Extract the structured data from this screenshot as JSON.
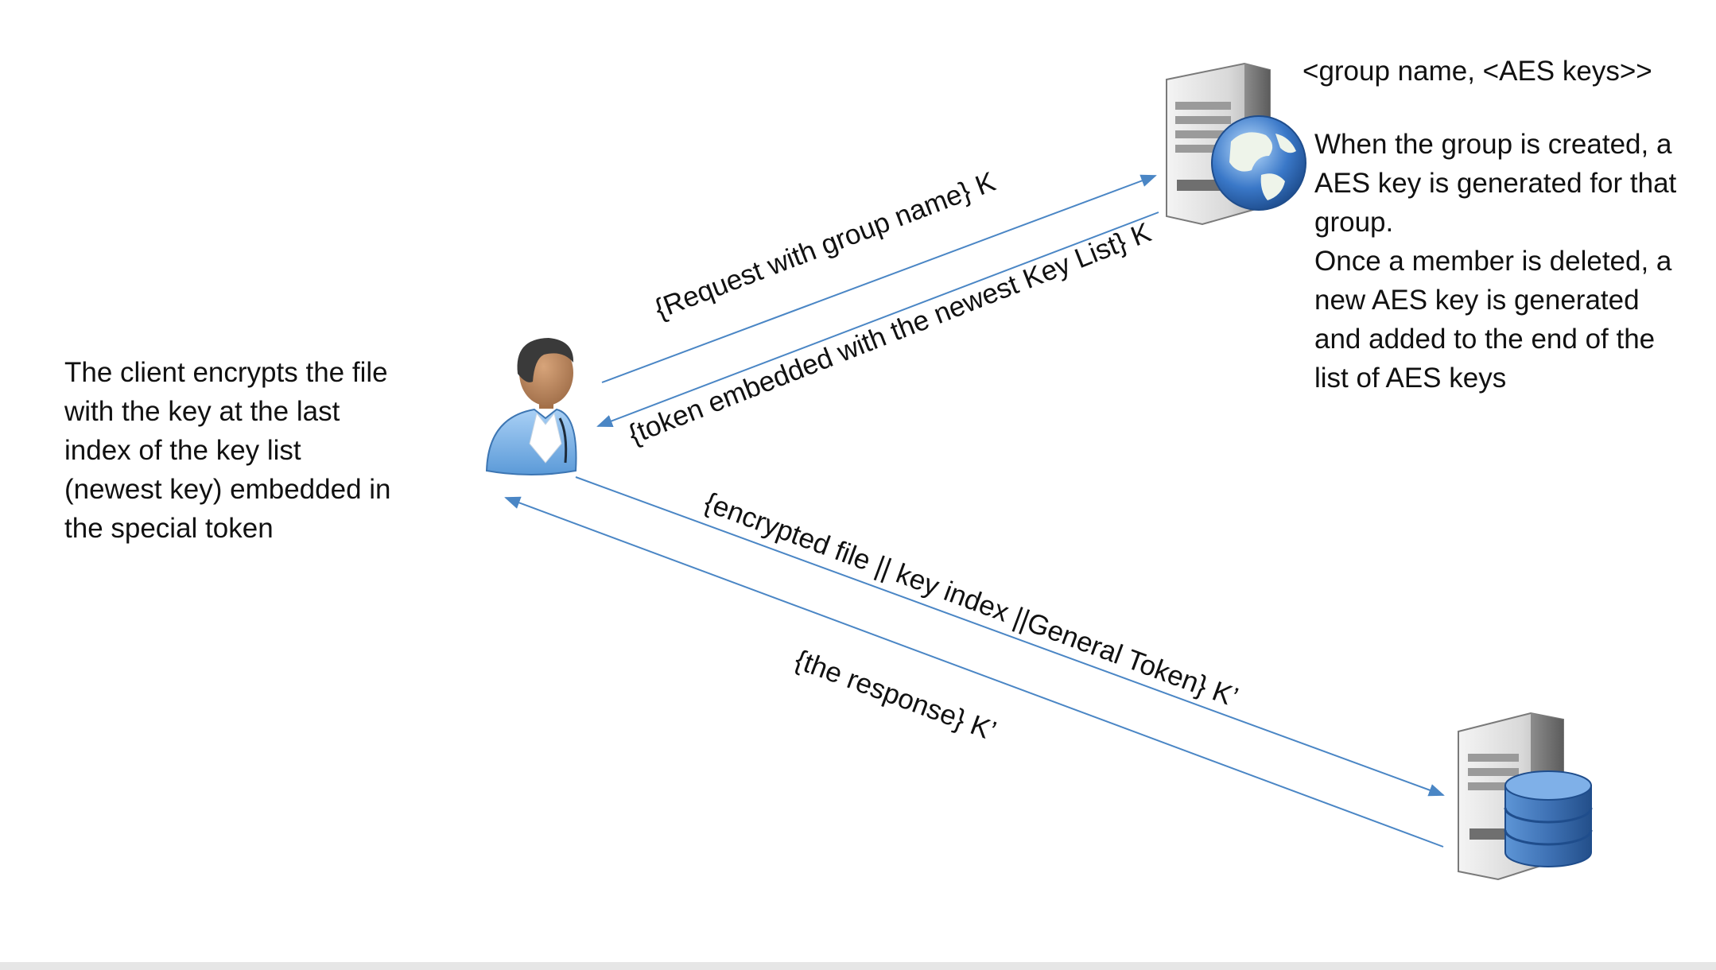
{
  "client_note": {
    "lines": [
      "The client encrypts the file",
      "with the key at the last",
      "index of the key list",
      "(newest key) embedded in",
      "the special token"
    ]
  },
  "group_server": {
    "record_format": "<group name, <AES keys>>",
    "description_lines": [
      "When the group is created, a",
      "AES key is generated for that",
      "group.",
      "Once a member is deleted, a",
      "new AES key is generated",
      "and added to the end of the",
      "list of AES keys"
    ]
  },
  "arrows": {
    "request": "{Request with group name} K",
    "token_reply": "{token embedded with the newest Key List} K",
    "file_upload": "{encrypted file || key index ||General Token} K’",
    "response": "{the response} K’"
  },
  "colors": {
    "arrow": "#4a86c5",
    "user_shirt": "#7fb2e6",
    "globe": "#3a78c8",
    "database": "#3f72b5"
  },
  "icons": [
    "user-icon",
    "web-server-icon",
    "globe-icon",
    "database-server-icon"
  ]
}
